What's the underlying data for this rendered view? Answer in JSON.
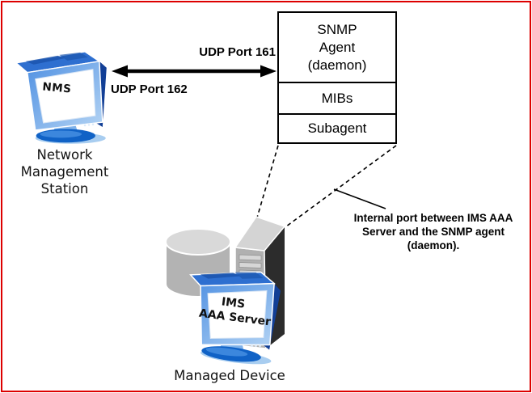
{
  "nms": {
    "screen_label": "NMS",
    "caption": "Network\nManagement\nStation"
  },
  "arrow": {
    "top_label": "UDP Port 161",
    "bottom_label": "UDP Port 162"
  },
  "agent_stack": {
    "snmp_agent": "SNMP\nAgent\n(daemon)",
    "mibs": "MIBs",
    "subagent": "Subagent"
  },
  "managed_device": {
    "screen_label_line1": "IMS",
    "screen_label_line2": "AAA Server",
    "caption": "Managed Device"
  },
  "annotation": {
    "text": "Internal port between IMS AAA\nServer and the SNMP agent\n(daemon)."
  },
  "colors": {
    "frame_red": "#dd0000",
    "monitor_blue": "#2e6fd0",
    "monitor_side_blue": "#123f96",
    "base_blue": "#1062c6",
    "tower_gray": "#b0b0b0",
    "tower_side_dark": "#2c2c2c",
    "cylinder_gray": "#b3b3b3",
    "line_black": "#000000"
  }
}
